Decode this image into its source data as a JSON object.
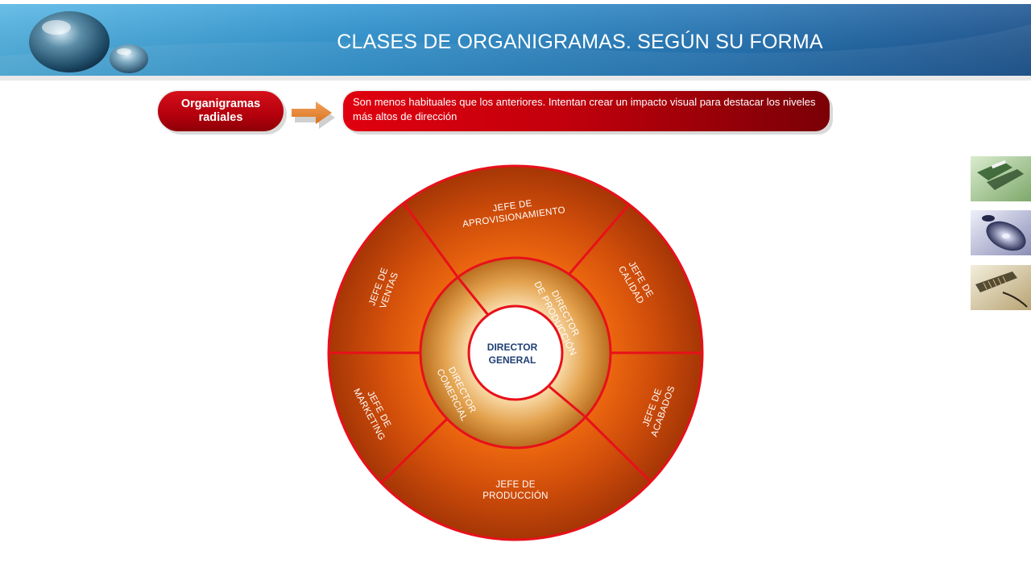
{
  "slide": {
    "title": "CLASES DE ORGANIGRAMAS. SEGÚN SU FORMA"
  },
  "topic": {
    "label_line1": "Organigramas",
    "label_line2": "radiales",
    "description": "Son menos habituales que los anteriores. Intentan crear un impacto visual para destacar los niveles más altos de dirección"
  },
  "diagram": {
    "center": [
      "DIRECTOR",
      "GENERAL"
    ],
    "inner_ring": [
      {
        "line1": "DIRECTOR",
        "line2": "DE PRODUCCIÓN"
      },
      {
        "line1": "DIRECTOR",
        "line2": "COMERCIAL"
      }
    ],
    "outer_ring": [
      {
        "line1": "JEFE DE",
        "line2": "APROVISIONAMIENTO"
      },
      {
        "line1": "JEFE DE",
        "line2": "CALIDAD"
      },
      {
        "line1": "JEFE DE",
        "line2": "ACABADOS"
      },
      {
        "line1": "JEFE DE",
        "line2": "PRODUCCIÓN"
      },
      {
        "line1": "JEFE DE",
        "line2": "MARKETING"
      },
      {
        "line1": "JEFE DE",
        "line2": "VENTAS"
      }
    ]
  },
  "colors": {
    "header_blue": "#1d7fc0",
    "pill_red": "#c4000d",
    "outer_ring": "#c6410a",
    "inner_ring": "#d7802a",
    "separator": "#e8101a",
    "center_text": "#1f3f73"
  },
  "side_thumbnails": [
    "green-document-thumbnail",
    "disc-thumbnail",
    "circuit-thumbnail"
  ]
}
